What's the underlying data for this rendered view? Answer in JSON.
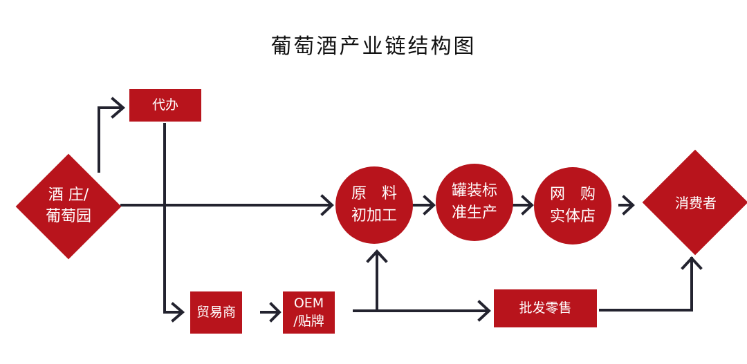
{
  "title": "葡萄酒产业链结构图",
  "colors": {
    "node_fill": "#b8141c",
    "arrow": "#23232f",
    "text_on_node": "#ffffff"
  },
  "nodes": {
    "winery": {
      "line1": "酒 庄/",
      "line2": "葡萄园",
      "shape": "diamond"
    },
    "agent": {
      "label": "代办",
      "shape": "rect"
    },
    "raw_processing": {
      "line1": "原　料",
      "line2": "初加工",
      "shape": "circle"
    },
    "canning": {
      "line1": "罐装标",
      "line2": "准生产",
      "shape": "circle"
    },
    "retail_online": {
      "line1": "网　购",
      "line2": "实体店",
      "shape": "circle"
    },
    "consumer": {
      "label": "消费者",
      "shape": "diamond"
    },
    "trader": {
      "label": "贸易商",
      "shape": "rect"
    },
    "oem": {
      "line1": "OEM",
      "line2": "/贴牌",
      "shape": "rect"
    },
    "wholesale": {
      "label": "批发零售",
      "shape": "rect"
    }
  },
  "edges": [
    {
      "from": "winery",
      "to": "agent"
    },
    {
      "from": "winery",
      "to": "raw_processing"
    },
    {
      "from": "agent",
      "to": "trader"
    },
    {
      "from": "raw_processing",
      "to": "canning"
    },
    {
      "from": "canning",
      "to": "retail_online"
    },
    {
      "from": "retail_online",
      "to": "consumer"
    },
    {
      "from": "trader",
      "to": "oem"
    },
    {
      "from": "oem",
      "to": "raw_processing"
    },
    {
      "from": "oem",
      "to": "wholesale"
    },
    {
      "from": "wholesale",
      "to": "consumer"
    }
  ]
}
